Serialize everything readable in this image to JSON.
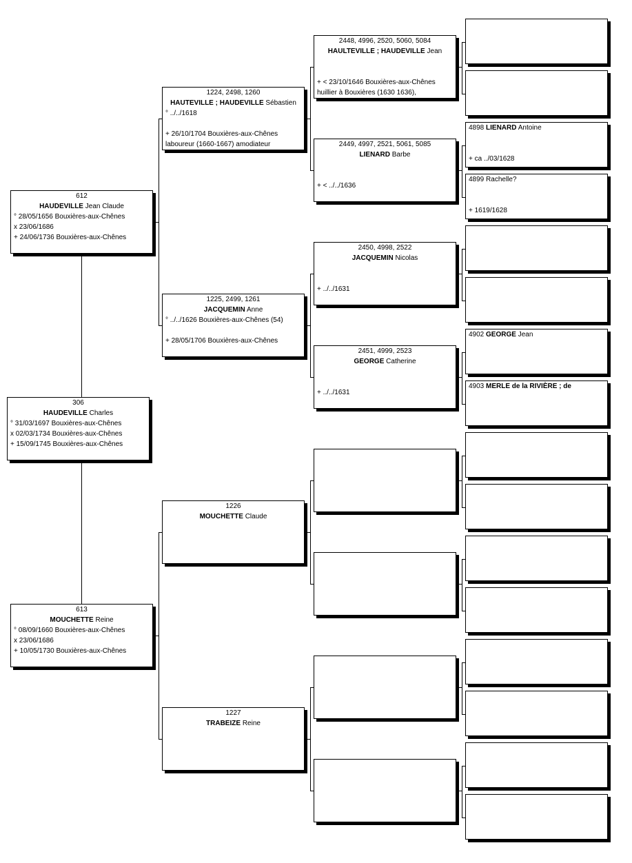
{
  "p612": {
    "num": "612",
    "surname": "HAUDEVILLE",
    "given": "Jean Claude",
    "birth": "° 28/05/1656 Bouxières-aux-Chênes",
    "marriage": "x 23/06/1686",
    "death": "+ 24/06/1736 Bouxières-aux-Chênes"
  },
  "p306": {
    "num": "306",
    "surname": "HAUDEVILLE",
    "given": "Charles",
    "birth": "° 31/03/1697 Bouxières-aux-Chênes",
    "marriage": "x 02/03/1734 Bouxières-aux-Chênes",
    "death": "+ 15/09/1745 Bouxières-aux-Chênes"
  },
  "p613": {
    "num": "613",
    "surname": "MOUCHETTE",
    "given": "Reine",
    "birth": "° 08/09/1660 Bouxières-aux-Chênes",
    "marriage": "x 23/06/1686",
    "death": "+ 10/05/1730 Bouxières-aux-Chênes"
  },
  "p1224": {
    "num": "1224, 2498, 1260",
    "surname": "HAUTEVILLE ; HAUDEVILLE",
    "given": "Sébastien",
    "birth": "° ../../1618",
    "death": "+ 26/10/1704 Bouxières-aux-Chênes",
    "occupation": "laboureur (1660-1667) amodiateur"
  },
  "p1225": {
    "num": "1225, 2499, 1261",
    "surname": "JACQUEMIN",
    "given": "Anne",
    "birth": "° ../../1626 Bouxières-aux-Chênes (54)",
    "death": "+ 28/05/1706 Bouxières-aux-Chênes"
  },
  "p1226": {
    "num": "1226",
    "surname": "MOUCHETTE",
    "given": "Claude"
  },
  "p1227": {
    "num": "1227",
    "surname": "TRABEIZE",
    "given": "Reine"
  },
  "p2448": {
    "num": "2448, 4996, 2520, 5060, 5084",
    "surname": "HAULTEVILLE ; HAUDEVILLE",
    "given": "Jean",
    "death": "+ < 23/10/1646 Bouxières-aux-Chênes",
    "occupation": "huillier à Bouxières (1630 1636),"
  },
  "p2449": {
    "num": "2449, 4997, 2521, 5061, 5085",
    "surname": "LIENARD",
    "given": "Barbe",
    "death": "+ < ../../1636"
  },
  "p2450": {
    "num": "2450, 4998, 2522",
    "surname": "JACQUEMIN",
    "given": "Nicolas",
    "death": "+ ../../1631"
  },
  "p2451": {
    "num": "2451, 4999, 2523",
    "surname": "GEORGE",
    "given": "Catherine",
    "death": "+ ../../1631"
  },
  "p4898": {
    "num": "4898",
    "surname": "LIENARD",
    "given": "Antoine",
    "death": "+ ca ../03/1628"
  },
  "p4899": {
    "num": "4899",
    "given": "Rachelle?",
    "death": "+ 1619/1628"
  },
  "p4902": {
    "num": "4902",
    "surname": "GEORGE",
    "given": "Jean"
  },
  "p4903": {
    "num": "4903",
    "surname": "MERLE de la RIVIÈRE ; de"
  }
}
